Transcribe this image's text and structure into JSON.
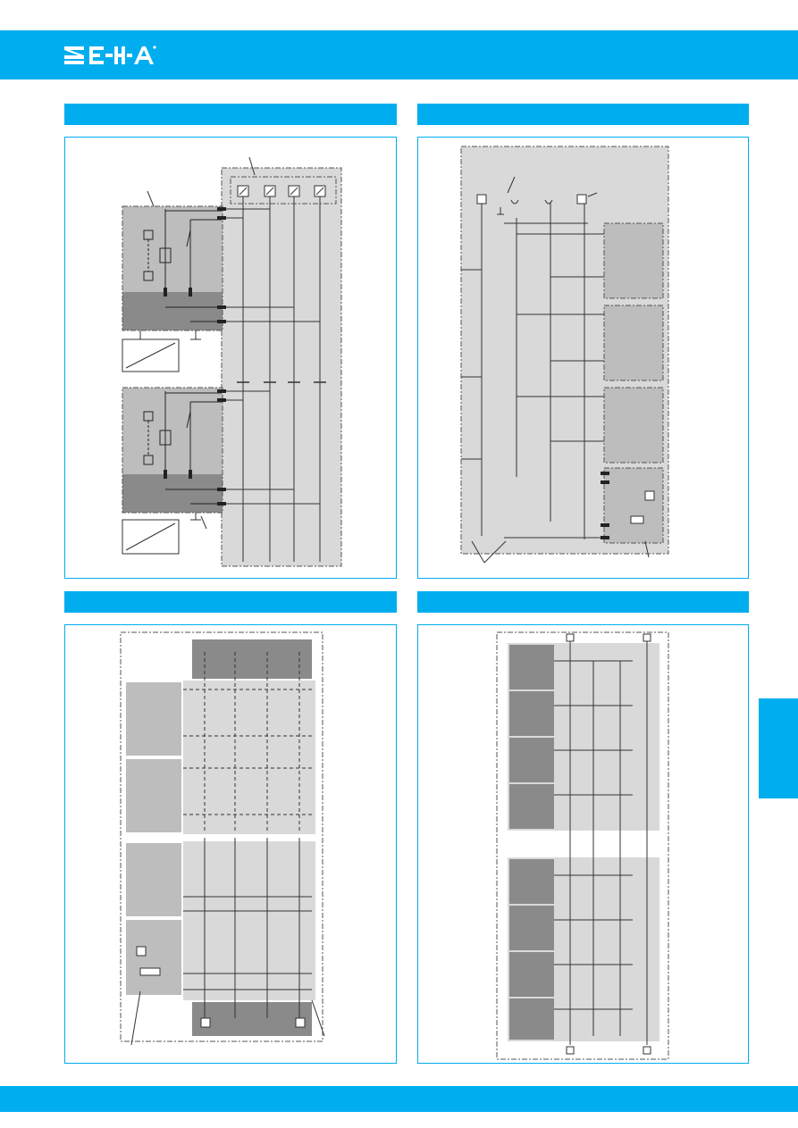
{
  "brand": {
    "name": "E-T-A",
    "logo_icon": "eta-logo-icon",
    "color": "#00aeef"
  },
  "panels": [
    {
      "id": "top-left",
      "heading": ""
    },
    {
      "id": "top-right",
      "heading": ""
    },
    {
      "id": "bottom-left",
      "heading": ""
    },
    {
      "id": "bottom-right",
      "heading": ""
    }
  ]
}
